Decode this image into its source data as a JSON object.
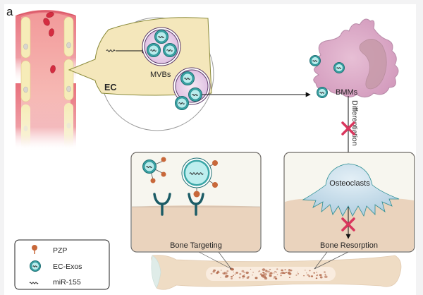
{
  "panel_label": "a",
  "colors": {
    "background": "#f3f3f4",
    "vessel_wall": "#e9737d",
    "vessel_lumen": "#f1a3a3",
    "endothelial_cell": "#f5eab6",
    "cytoplasm": "#f4e7bb",
    "mvb": "#e9cde6",
    "exosome": "#3aa6a6",
    "bmm": "#d9a7c4",
    "osteoclast": "#bcd6e6",
    "bone_tissue": "#ead3bd",
    "pzp": "#c8683a",
    "receptor": "#1c5c66",
    "inhibit_x": "#d9365d"
  },
  "labels": {
    "ec": "EC",
    "mvbs": "MVBs",
    "bmms": "BMMs",
    "differentiation": "Differentiation",
    "osteoclasts": "Osteoclasts",
    "bone_targeting": "Bone Targeting",
    "bone_resorption": "Bone Resorption"
  },
  "legend": {
    "items": [
      {
        "icon": "pzp-icon",
        "label": "PZP"
      },
      {
        "icon": "exosome-icon",
        "label": "EC-Exos"
      },
      {
        "icon": "mirna-icon",
        "label": "miR-155"
      }
    ]
  },
  "relations": [
    {
      "from": "miR-155",
      "to": "MVBs",
      "type": "loading"
    },
    {
      "from": "EC-Exos",
      "to": "BMMs",
      "type": "uptake"
    },
    {
      "from": "BMMs",
      "to": "Osteoclasts",
      "type": "differentiation",
      "inhibited": true
    },
    {
      "from": "Osteoclasts",
      "to": "Bone Resorption",
      "type": "process",
      "inhibited": true
    }
  ]
}
